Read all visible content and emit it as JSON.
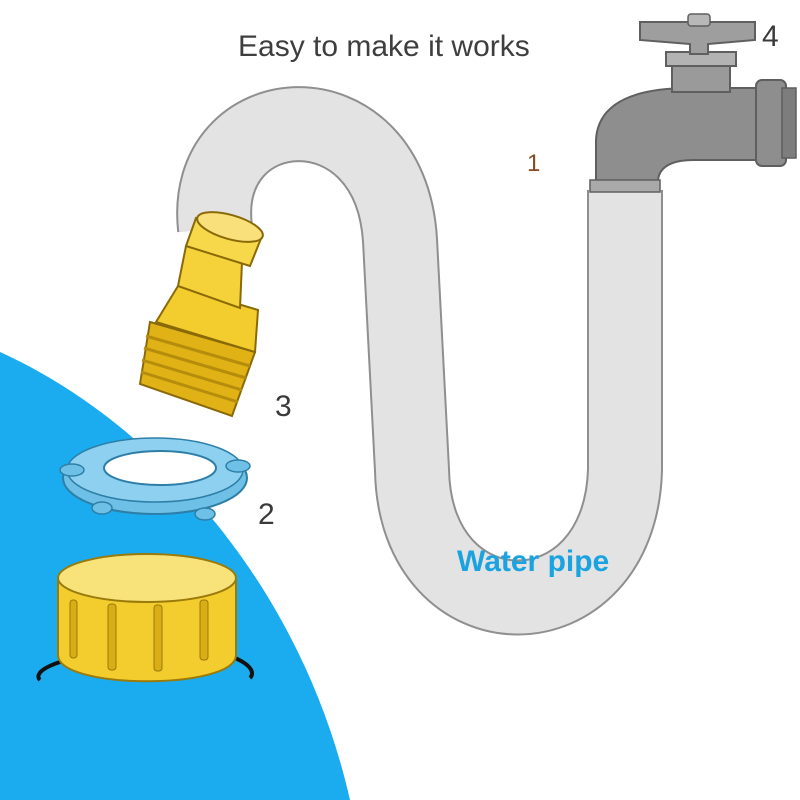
{
  "title": "Easy to make it works",
  "labels": {
    "pipe_label": "Water pipe",
    "faucet_number": "1",
    "ring_number": "2",
    "adapter_number": "3",
    "handle_number": "4"
  },
  "colors": {
    "tank_blue": "#1aacee",
    "pipe_gray": "#e3e3e3",
    "pipe_outline": "#8f8f8f",
    "faucet_gray": "#8e8e8e",
    "brass_yellow": "#f3cc2e",
    "cap_yellow": "#f6d84a",
    "ring_blue": "#6ec0e6",
    "label_blue": "#1aa3e0",
    "number_brown": "#8a4a1c"
  }
}
